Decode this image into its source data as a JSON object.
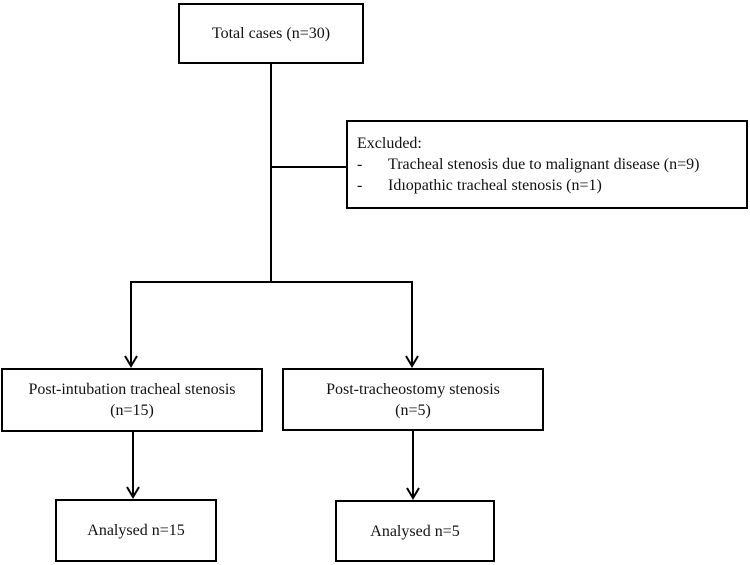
{
  "diagram": {
    "type": "flowchart",
    "colors": {
      "line": "#000000",
      "background": "#ffffff",
      "text": "#111111"
    },
    "boxes": {
      "total": {
        "label": "Total cases (n=30)"
      },
      "excluded": {
        "title": "Excluded:",
        "bullet": "-",
        "items": [
          "Tracheal stenosis due to malignant disease (n=9)",
          "Idıopathic tracheal stenosis (n=1)"
        ]
      },
      "post_intubation": {
        "line1": "Post-intubation tracheal stenosis",
        "line2": "(n=15)"
      },
      "post_tracheostomy": {
        "line1": "Post-tracheostomy stenosis",
        "line2": "(n=5)"
      },
      "analysed_intubation": {
        "label": "Analysed n=15"
      },
      "analysed_tracheostomy": {
        "label": "Analysed n=5"
      }
    }
  }
}
